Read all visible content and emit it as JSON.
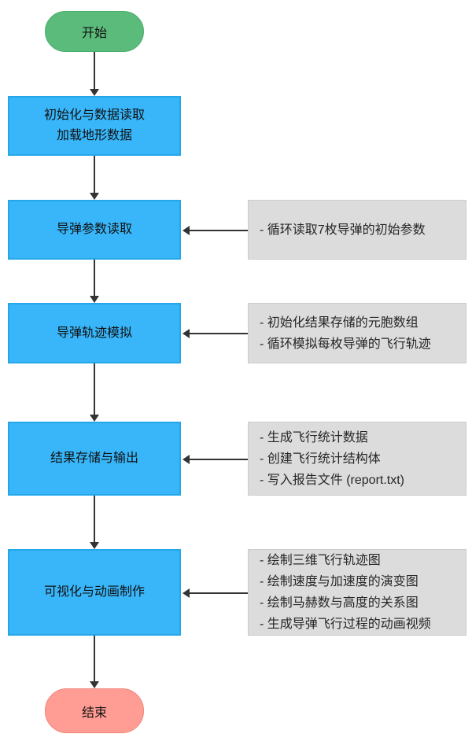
{
  "flow": {
    "start": {
      "label": "开始"
    },
    "end": {
      "label": "结束"
    },
    "steps": [
      {
        "title": [
          "初始化与数据读取",
          "加载地形数据"
        ],
        "notes": []
      },
      {
        "title": [
          "导弹参数读取"
        ],
        "notes": [
          "- 循环读取7枚导弹的初始参数"
        ]
      },
      {
        "title": [
          "导弹轨迹模拟"
        ],
        "notes": [
          "- 初始化结果存储的元胞数组",
          "- 循环模拟每枚导弹的飞行轨迹"
        ]
      },
      {
        "title": [
          "结果存储与输出"
        ],
        "notes": [
          "- 生成飞行统计数据",
          "- 创建飞行统计结构体",
          "- 写入报告文件 (report.txt)"
        ]
      },
      {
        "title": [
          "可视化与动画制作"
        ],
        "notes": [
          "- 绘制三维飞行轨迹图",
          "- 绘制速度与加速度的演变图",
          "- 绘制马赫数与高度的关系图",
          "- 生成导弹飞行过程的动画视频"
        ]
      }
    ],
    "colors": {
      "start_fill": "#5BBB7B",
      "start_border": "#4AAE6C",
      "end_fill": "#FF9D94",
      "end_border": "#F08579",
      "process_fill": "#38B6F9",
      "process_border": "#23A7E9",
      "note_fill": "#DCDCDC",
      "note_border": "#CCCCCC",
      "arrow": "#333333"
    }
  }
}
